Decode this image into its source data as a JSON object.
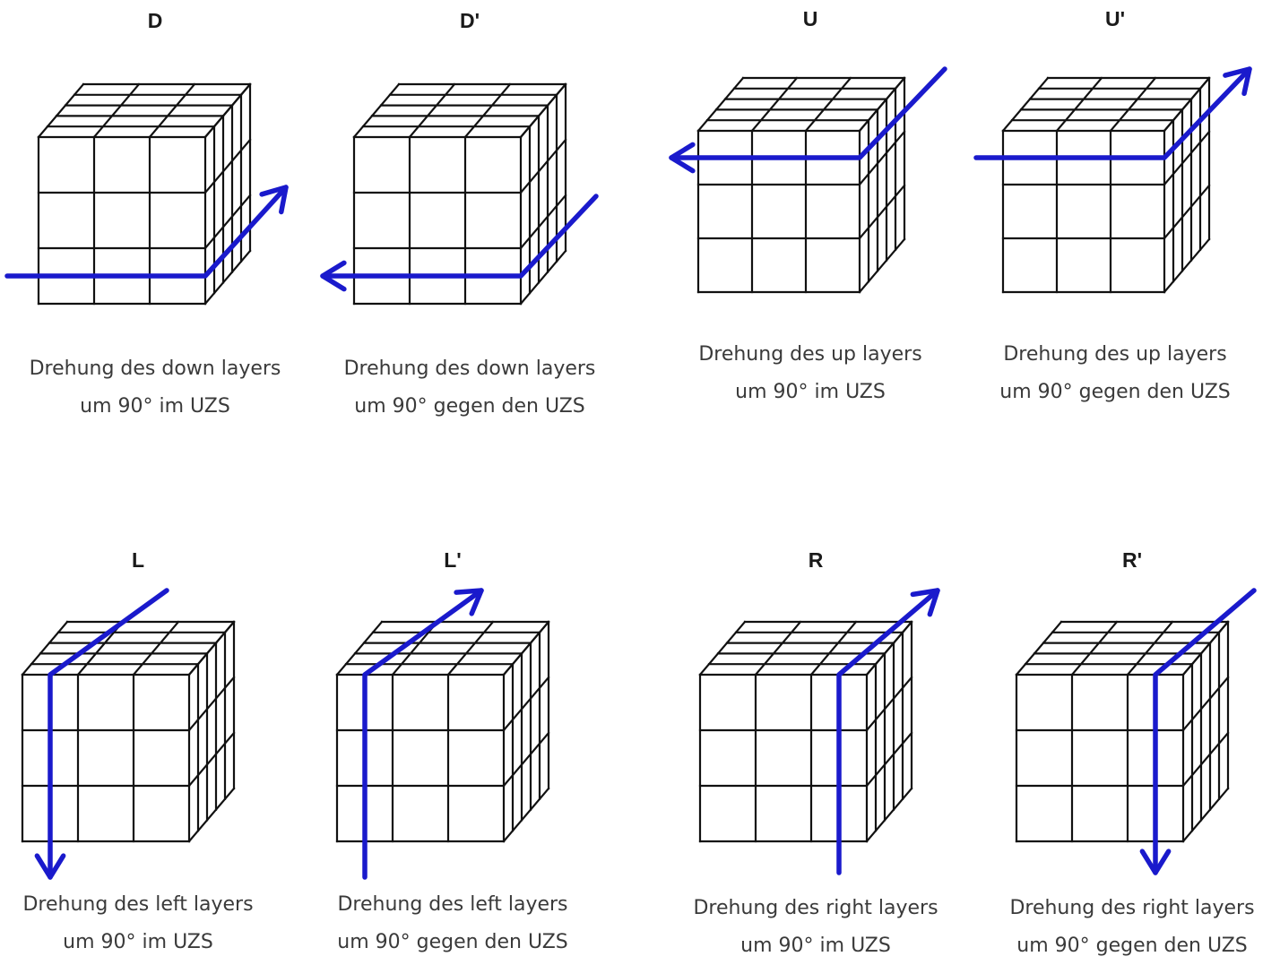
{
  "moves": [
    {
      "id": "D",
      "title": "D",
      "caption_line1": "Drehung des down layers",
      "caption_line2": "um 90° im UZS",
      "arrow_kind": "bottom-layer",
      "arrow_direction": "clockwise"
    },
    {
      "id": "D-prime",
      "title": "D'",
      "caption_line1": "Drehung des down layers",
      "caption_line2": "um 90° gegen den UZS",
      "arrow_kind": "bottom-layer",
      "arrow_direction": "counterclockwise"
    },
    {
      "id": "U",
      "title": "U",
      "caption_line1": "Drehung des up layers",
      "caption_line2": "um 90° im UZS",
      "arrow_kind": "top-layer",
      "arrow_direction": "clockwise"
    },
    {
      "id": "U-prime",
      "title": "U'",
      "caption_line1": "Drehung des up layers",
      "caption_line2": "um 90° gegen den UZS",
      "arrow_kind": "top-layer",
      "arrow_direction": "counterclockwise"
    },
    {
      "id": "L",
      "title": "L",
      "caption_line1": "Drehung des left layers",
      "caption_line2": "um 90° im UZS",
      "arrow_kind": "left-layer",
      "arrow_direction": "clockwise"
    },
    {
      "id": "L-prime",
      "title": "L'",
      "caption_line1": "Drehung des left layers",
      "caption_line2": "um 90° gegen den UZS",
      "arrow_kind": "left-layer",
      "arrow_direction": "counterclockwise"
    },
    {
      "id": "R",
      "title": "R",
      "caption_line1": "Drehung des right layers",
      "caption_line2": "um 90° im UZS",
      "arrow_kind": "right-layer",
      "arrow_direction": "clockwise"
    },
    {
      "id": "R-prime",
      "title": "R'",
      "caption_line1": "Drehung des right layers",
      "caption_line2": "um 90° gegen den UZS",
      "arrow_kind": "right-layer",
      "arrow_direction": "counterclockwise"
    }
  ],
  "colors": {
    "cube_line": "#111111",
    "arrow": "#1a1acc",
    "title": "#1a1a1a",
    "caption": "#3a3a3a",
    "background": "#ffffff"
  }
}
